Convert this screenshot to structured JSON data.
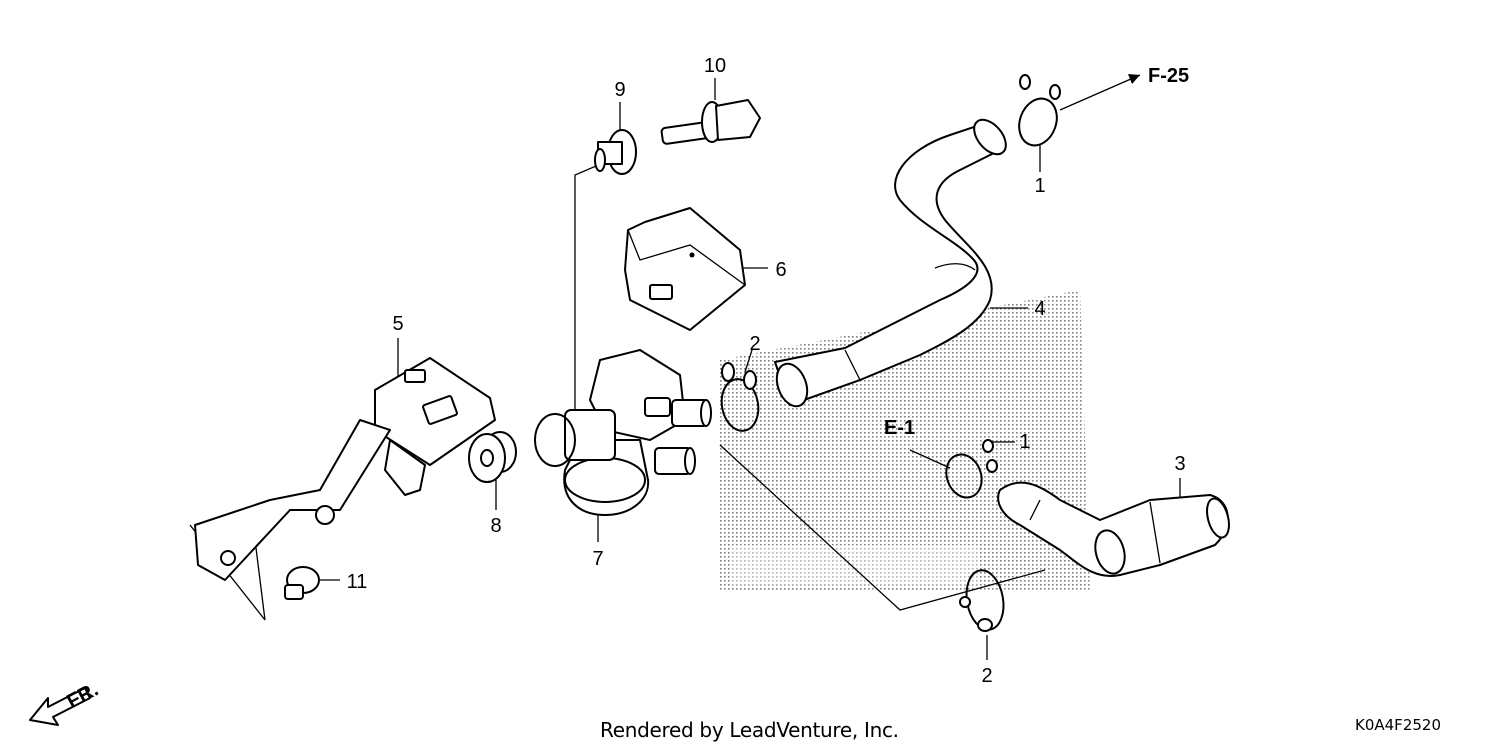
{
  "diagram": {
    "callouts": {
      "c1a": "1",
      "c1b": "1",
      "c2a": "2",
      "c2b": "2",
      "c3": "3",
      "c4": "4",
      "c5": "5",
      "c6": "6",
      "c7": "7",
      "c8": "8",
      "c9": "9",
      "c10": "10",
      "c11": "11"
    },
    "references": {
      "f25": "F-25",
      "e1": "E-1"
    },
    "direction": "FR."
  },
  "footer": {
    "rendered_by": "Rendered by LeadVenture, Inc.",
    "diagram_code": "K0A4F2520"
  }
}
